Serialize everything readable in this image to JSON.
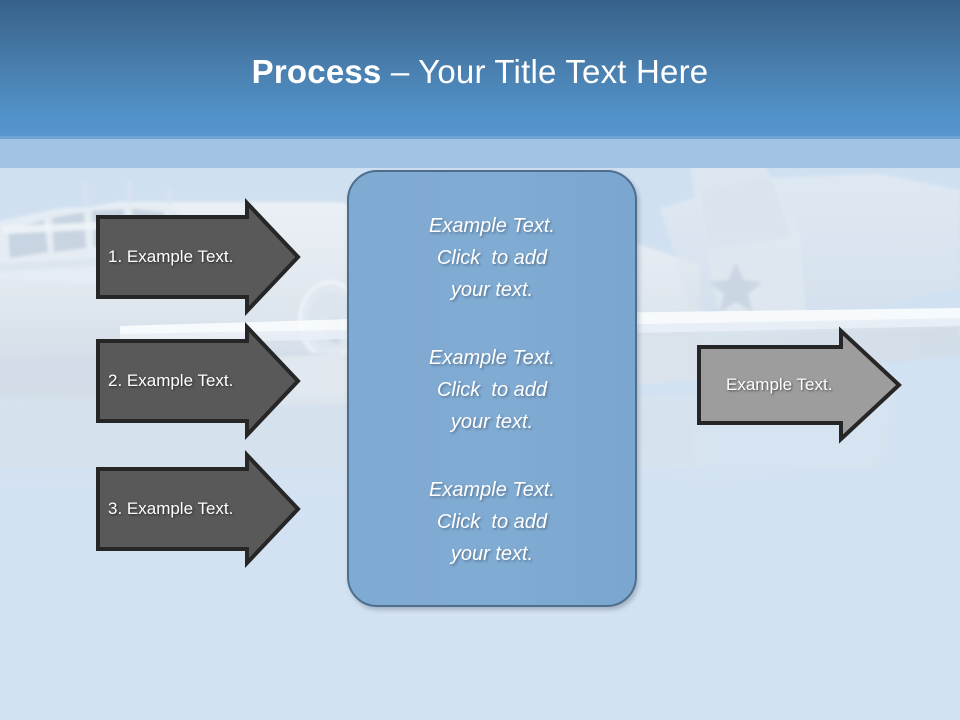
{
  "header": {
    "title_strong": "Process",
    "title_rest": " – Your Title Text Here",
    "bg_top_color": "#36618A",
    "bg_bottom_color": "#5796CC",
    "sub_band_color": "#A3C3E4"
  },
  "slide": {
    "background_color": "#D3E2F2",
    "background_image": "faded-airplane-photo"
  },
  "input_arrows": [
    {
      "label": "1. Example Text.",
      "fill": "#595959",
      "stroke": "#262626"
    },
    {
      "label": "2. Example Text.",
      "fill": "#595959",
      "stroke": "#262626"
    },
    {
      "label": "3. Example Text.",
      "fill": "#595959",
      "stroke": "#262626"
    }
  ],
  "panel": {
    "fill": "#7FAAD2",
    "stroke": "#4E6E8E",
    "blocks": [
      {
        "line1": "Example Text.",
        "line2": "Click  to add",
        "line3": "your text."
      },
      {
        "line1": "Example Text.",
        "line2": "Click  to add",
        "line3": "your text."
      },
      {
        "line1": "Example Text.",
        "line2": "Click  to add",
        "line3": "your text."
      }
    ]
  },
  "output_arrow": {
    "label": "Example Text.",
    "fill": "#9D9D9D",
    "stroke": "#262626"
  }
}
